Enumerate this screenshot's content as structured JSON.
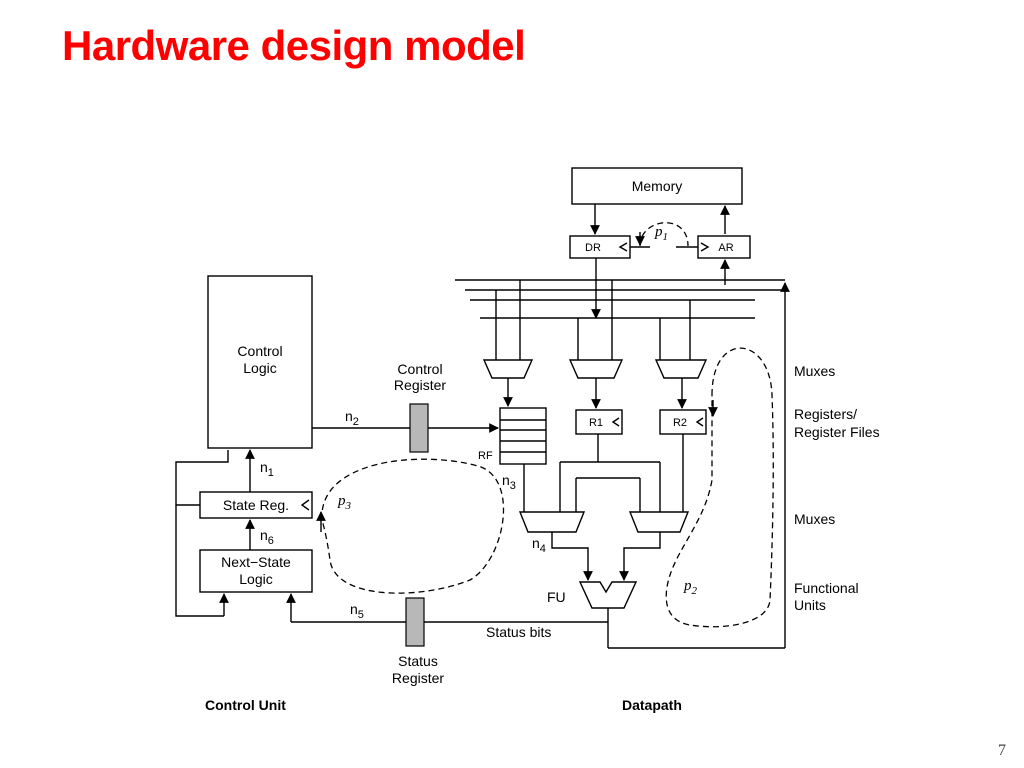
{
  "slide": {
    "title": "Hardware design model",
    "page_number": "7"
  },
  "diagram": {
    "blocks": {
      "memory": "Memory",
      "dr": "DR",
      "ar": "AR",
      "control_logic_line1": "Control",
      "control_logic_line2": "Logic",
      "control_register_line1": "Control",
      "control_register_line2": "Register",
      "state_reg": "State Reg.",
      "next_state_line1": "Next−State",
      "next_state_line2": "Logic",
      "status_register_line1": "Status",
      "status_register_line2": "Register",
      "rf": "RF",
      "r1": "R1",
      "r2": "R2",
      "fu": "FU"
    },
    "signals": {
      "n1": "n",
      "n1_sub": "1",
      "n2": "n",
      "n2_sub": "2",
      "n3": "n",
      "n3_sub": "3",
      "n4": "n",
      "n4_sub": "4",
      "n5": "n",
      "n5_sub": "5",
      "n6": "n",
      "n6_sub": "6",
      "p1": "p",
      "p1_sub": "1",
      "p2": "p",
      "p2_sub": "2",
      "p3": "p",
      "p3_sub": "3",
      "status_bits": "Status  bits"
    },
    "side_labels": {
      "muxes_top": "Muxes",
      "registers_line1": "Registers/",
      "registers_line2": "Register Files",
      "muxes_bottom": "Muxes",
      "functional_line1": "Functional",
      "functional_line2": "Units"
    },
    "section_labels": {
      "control_unit": "Control Unit",
      "datapath": "Datapath"
    }
  }
}
